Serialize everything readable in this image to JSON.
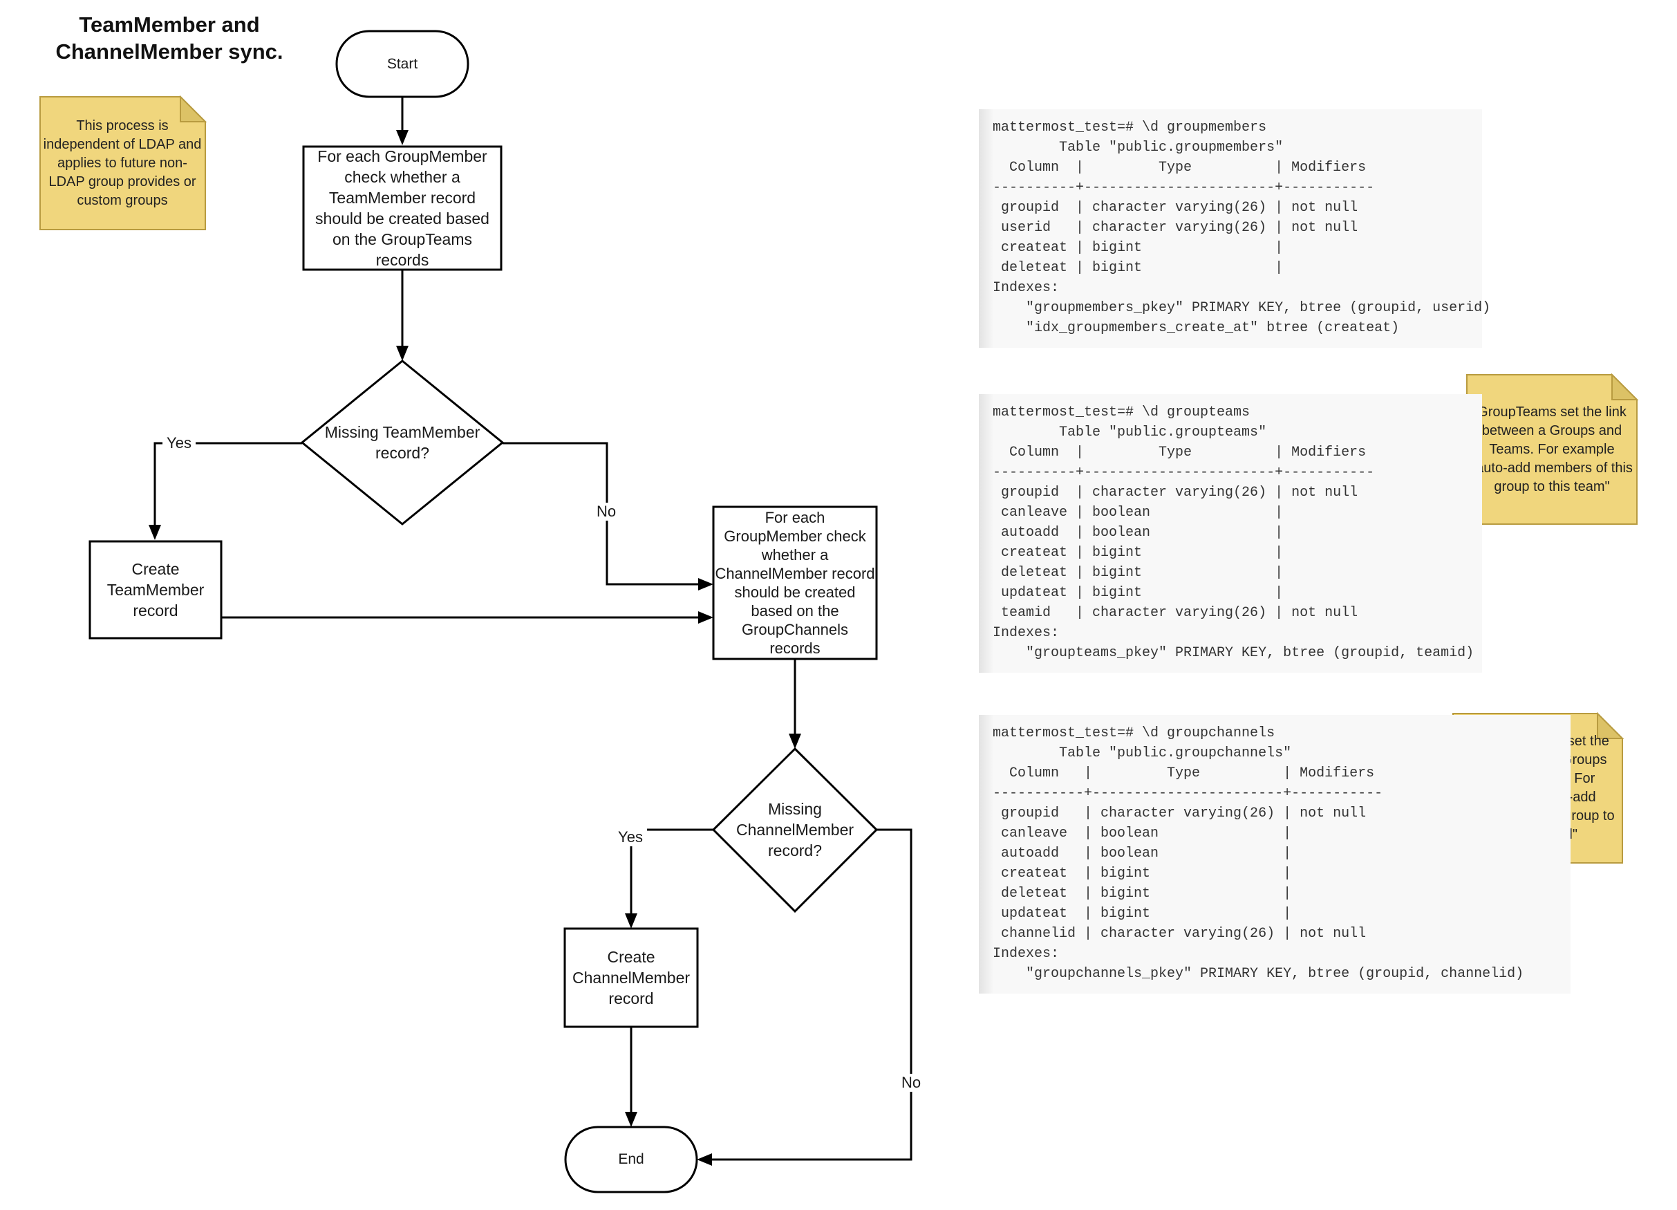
{
  "title": "TeamMember and\nChannelMember sync.",
  "sticky_notes": {
    "ldap": "This process is independent of LDAP and applies to future non-LDAP group provides or custom groups",
    "groupteams": "GroupTeams set the link between a Groups and Teams. For example \"auto-add members of this group to this team\"",
    "groupchannels": "GroupChannels set the link between a Groups and Channels. For example \"auto-add members of this group to this channel\""
  },
  "flowchart": {
    "start": "Start",
    "process_team": "For each GroupMember check whether a TeamMember record should be created based on the GroupTeams records",
    "decision_team": "Missing TeamMember record?",
    "create_team": "Create TeamMember record",
    "process_channel": "For each GroupMember check whether a ChannelMember record should be created based on the GroupChannels records",
    "decision_channel": "Missing ChannelMember record?",
    "create_channel": "Create ChannelMember record",
    "end": "End",
    "edge_labels": {
      "yes_team": "Yes",
      "no_team": "No",
      "yes_channel": "Yes",
      "no_channel": "No"
    }
  },
  "terminal_outputs": {
    "groupmembers": "mattermost_test=# \\d groupmembers\n        Table \"public.groupmembers\"\n  Column  |         Type          | Modifiers\n----------+-----------------------+-----------\n groupid  | character varying(26) | not null\n userid   | character varying(26) | not null\n createat | bigint                |\n deleteat | bigint                |\nIndexes:\n    \"groupmembers_pkey\" PRIMARY KEY, btree (groupid, userid)\n    \"idx_groupmembers_create_at\" btree (createat)",
    "groupteams": "mattermost_test=# \\d groupteams\n        Table \"public.groupteams\"\n  Column  |         Type          | Modifiers\n----------+-----------------------+-----------\n groupid  | character varying(26) | not null\n canleave | boolean               |\n autoadd  | boolean               |\n createat | bigint                |\n deleteat | bigint                |\n updateat | bigint                |\n teamid   | character varying(26) | not null\nIndexes:\n    \"groupteams_pkey\" PRIMARY KEY, btree (groupid, teamid)",
    "groupchannels": "mattermost_test=# \\d groupchannels\n        Table \"public.groupchannels\"\n  Column   |         Type          | Modifiers\n-----------+-----------------------+-----------\n groupid   | character varying(26) | not null\n canleave  | boolean               |\n autoadd   | boolean               |\n createat  | bigint                |\n deleteat  | bigint                |\n updateat  | bigint                |\n channelid | character varying(26) | not null\nIndexes:\n    \"groupchannels_pkey\" PRIMARY KEY, btree (groupid, channelid)"
  },
  "colors": {
    "note_fill": "#f0d67d",
    "note_fold": "#dcc266",
    "note_border": "#b89b40",
    "line": "#000000",
    "terminal_bg": "#f8f8f8",
    "terminal_text": "#333333"
  }
}
